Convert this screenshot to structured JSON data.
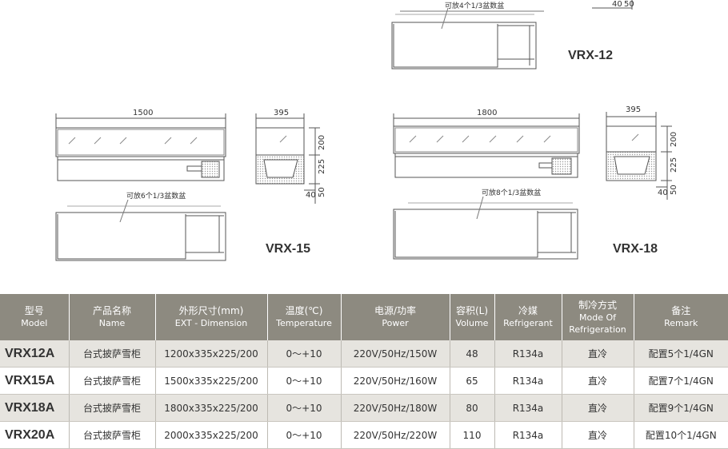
{
  "drawings": {
    "vrx12": {
      "model": "VRX-12",
      "note": "可放4个1/3盆数盆",
      "dim_small": "40",
      "dim_small2": "50"
    },
    "vrx15": {
      "model": "VRX-15",
      "width": "1500",
      "depth": "395",
      "h1": "200",
      "h2": "225",
      "h3": "40",
      "h4": "50",
      "note": "可放6个1/3盆数盆"
    },
    "vrx18": {
      "model": "VRX-18",
      "width": "1800",
      "depth": "395",
      "h1": "200",
      "h2": "225",
      "h3": "40",
      "h4": "50",
      "note": "可放8个1/3盆数盆"
    }
  },
  "table": {
    "headers": [
      {
        "zh": "型号",
        "en": "Model"
      },
      {
        "zh": "产品名称",
        "en": "Name"
      },
      {
        "zh": "外形尺寸(mm)",
        "en": "EXT - Dimension"
      },
      {
        "zh": "温度(℃)",
        "en": "Temperature"
      },
      {
        "zh": "电源/功率",
        "en": "Power"
      },
      {
        "zh": "容积(L)",
        "en": "Volume"
      },
      {
        "zh": "冷媒",
        "en": "Refrigerant"
      },
      {
        "zh": "制冷方式",
        "en": "Mode Of Refrigeration"
      },
      {
        "zh": "备注",
        "en": "Remark"
      }
    ],
    "rows": [
      [
        "VRX12A",
        "台式披萨雪柜",
        "1200x335x225/200",
        "0～+10",
        "220V/50Hz/150W",
        "48",
        "R134a",
        "直冷",
        "配置5个1/4GN"
      ],
      [
        "VRX15A",
        "台式披萨雪柜",
        "1500x335x225/200",
        "0～+10",
        "220V/50Hz/160W",
        "65",
        "R134a",
        "直冷",
        "配置7个1/4GN"
      ],
      [
        "VRX18A",
        "台式披萨雪柜",
        "1800x335x225/200",
        "0～+10",
        "220V/50Hz/180W",
        "80",
        "R134a",
        "直冷",
        "配置9个1/4GN"
      ],
      [
        "VRX20A",
        "台式披萨雪柜",
        "2000x335x225/200",
        "0～+10",
        "220V/50Hz/220W",
        "110",
        "R134a",
        "直冷",
        "配置10个1/4GN"
      ]
    ]
  }
}
